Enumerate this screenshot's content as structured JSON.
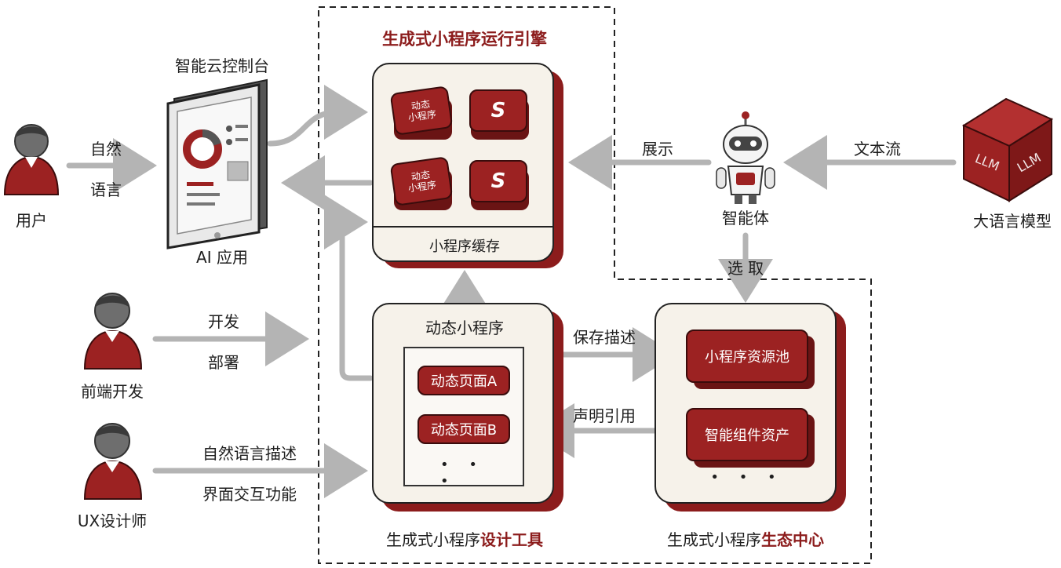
{
  "engine": {
    "title": "生成式小程序运行引擎",
    "cache_label": "小程序缓存",
    "cube_text_1": "动态\n小程序",
    "cube_text_2": "动态\n小程序",
    "cube_glyph": "S"
  },
  "console": {
    "title": "智能云控制台",
    "app_label": "AI 应用"
  },
  "user": {
    "label": "用户",
    "arrow_top": "自然",
    "arrow_bottom": "语言"
  },
  "frontend": {
    "label": "前端开发",
    "arrow_top": "开发",
    "arrow_bottom": "部署"
  },
  "ux": {
    "label": "UX设计师",
    "arrow_top": "自然语言描述",
    "arrow_bottom": "界面交互功能"
  },
  "agent": {
    "label": "智能体",
    "show_label": "展示",
    "select_label": "选 取"
  },
  "llm": {
    "label": "大语言模型",
    "stream_label": "文本流",
    "face_text": "LLM"
  },
  "dynamic": {
    "title": "动态小程序",
    "page_a": "动态页面A",
    "page_b": "动态页面B",
    "more": "• • •"
  },
  "design_tool": {
    "prefix": "生成式小程序",
    "suffix": "设计工具"
  },
  "ecosystem": {
    "pool": "小程序资源池",
    "assets": "智能组件资产",
    "more": "• • •",
    "prefix": "生成式小程序",
    "suffix": "生态中心"
  },
  "links": {
    "save_desc": "保存描述",
    "declare_ref": "声明引用"
  },
  "colors": {
    "accent": "#9c2222",
    "dark_red": "#8c1c1c",
    "panel_bg": "#f6f2ea",
    "arrow": "#b4b4b4"
  }
}
